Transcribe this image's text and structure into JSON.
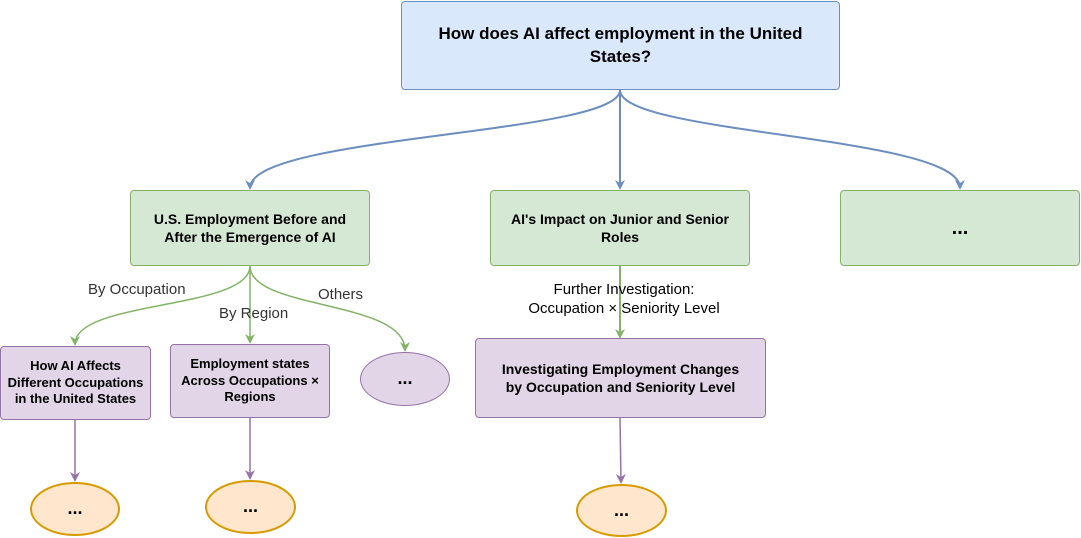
{
  "root": {
    "question": "How does AI affect employment in the United States?"
  },
  "level1": {
    "employment_before_after": "U.S. Employment Before and After the Emergence of AI",
    "junior_senior_impact": "AI's Impact on Junior and Senior Roles",
    "more": "..."
  },
  "level2": {
    "by_occupation_node": "How AI Affects Different Occupations in the United States",
    "by_region_node": "Employment states Across Occupations × Regions",
    "others_node": "...",
    "seniority_node": "Investigating Employment Changes by Occupation and Seniority Level"
  },
  "level3": {
    "occupation_child": "...",
    "region_child": "...",
    "seniority_child": "..."
  },
  "edge_labels": {
    "by_occupation": "By Occupation",
    "by_region": "By Region",
    "others": "Others",
    "further_investigation_line1": "Further Investigation:",
    "further_investigation_line2": "Occupation × Seniority Level"
  },
  "colors": {
    "blue_fill": "#dae8fc",
    "blue_stroke": "#6c8ebf",
    "green_fill": "#d5e8d4",
    "green_stroke": "#82b366",
    "purple_fill": "#e1d5e7",
    "purple_stroke": "#9673a6",
    "orange_fill": "#ffe6cc",
    "orange_stroke": "#d79b00"
  }
}
